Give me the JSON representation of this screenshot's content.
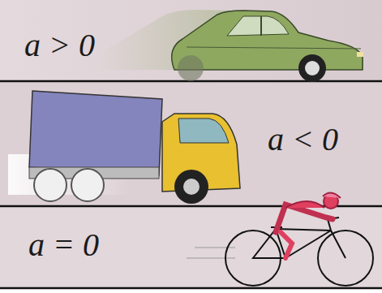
{
  "diagram": {
    "labels": [
      "a > 0",
      "a < 0",
      "a = 0"
    ]
  }
}
